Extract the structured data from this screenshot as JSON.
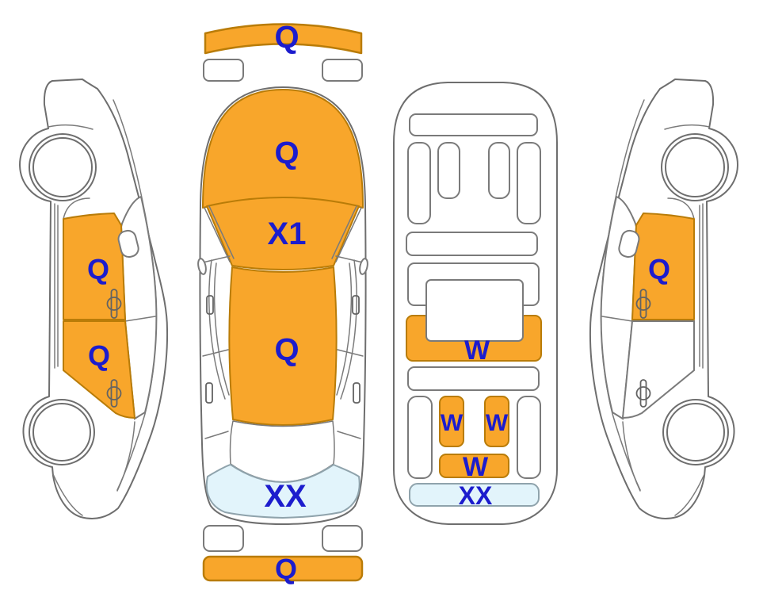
{
  "diagram": "vehicle-condition-damage-diagram",
  "colors": {
    "highlight_orange": "#F8A62B",
    "highlight_orange_border": "#B97C08",
    "highlight_light_blue": "#E2F4FB",
    "highlight_light_blue_border": "#8FA3AC",
    "label_text_blue": "#1C1CCD",
    "body_outline_gray": "#6E6E6E",
    "background": "#FFFFFF"
  },
  "views": {
    "left_side": {
      "title": "left-side-view",
      "labels": {
        "front_door": "Q",
        "rear_door": "Q"
      }
    },
    "top": {
      "title": "top-down-view",
      "labels": {
        "front_bumper": "Q",
        "hood": "Q",
        "windshield": "X1",
        "roof": "Q",
        "rear_window": "XX",
        "rear_bumper": "Q"
      }
    },
    "interior": {
      "title": "floor-pan-view",
      "labels": {
        "floor_crossmember": "W",
        "rear_rail_left": "W",
        "rear_rail_right": "W",
        "rear_crossmember": "W",
        "rear_end_panel": "XX"
      }
    },
    "right_side": {
      "title": "right-side-view",
      "labels": {
        "front_door": "Q"
      }
    }
  }
}
